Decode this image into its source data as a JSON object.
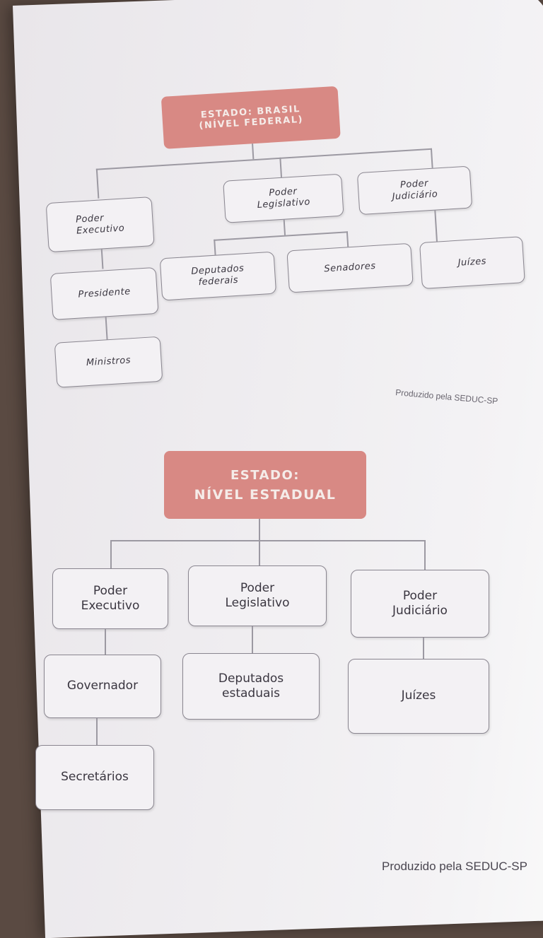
{
  "federal": {
    "title_line1": "ESTADO: BRASIL",
    "title_line2": "(NÍVEL FEDERAL)",
    "executivo": [
      "Poder",
      "Executivo"
    ],
    "legislativo": [
      "Poder",
      "Legislativo"
    ],
    "judiciario": [
      "Poder",
      "Judiciário"
    ],
    "presidente": "Presidente",
    "ministros": "Ministros",
    "deputados": [
      "Deputados",
      "federais"
    ],
    "senadores": "Senadores",
    "juizes": "Juízes",
    "credit": "Produzido pela SEDUC-SP"
  },
  "estadual": {
    "title_line1": "ESTADO:",
    "title_line2": "NÍVEL ESTADUAL",
    "executivo": [
      "Poder",
      "Executivo"
    ],
    "legislativo": [
      "Poder",
      "Legislativo"
    ],
    "judiciario": [
      "Poder",
      "Judiciário"
    ],
    "governador": "Governador",
    "secretarios": "Secretários",
    "deputados": [
      "Deputados",
      "estaduais"
    ],
    "juizes": "Juízes",
    "credit": "Produzido pela SEDUC-SP"
  },
  "colors": {
    "title_fill": "#d88984",
    "box_border": "#8a8690",
    "page": "#efedf0"
  }
}
